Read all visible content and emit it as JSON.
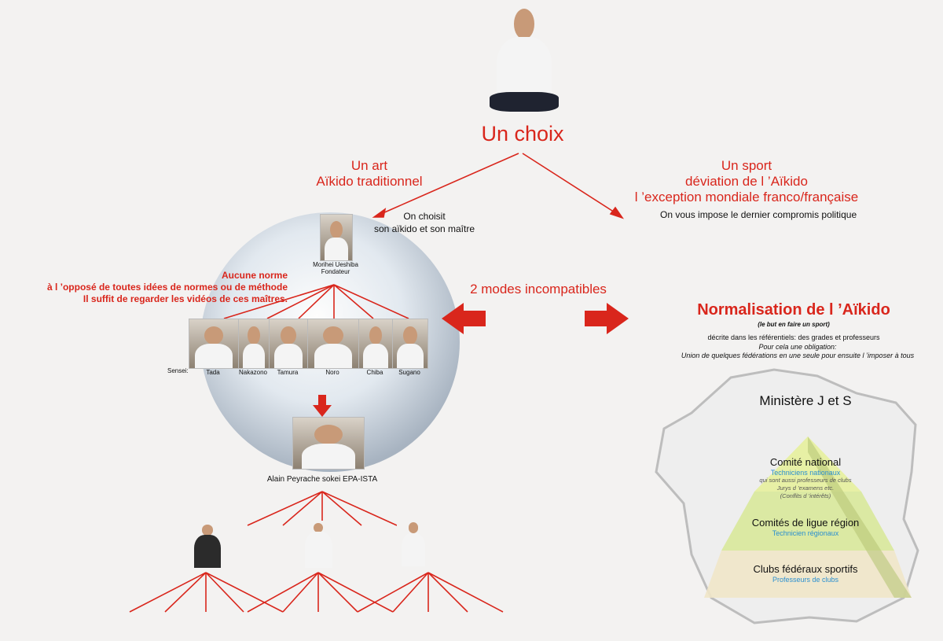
{
  "choice": {
    "title": "Un choix"
  },
  "left_branch": {
    "title_line1": "Un art",
    "title_line2": "Aïkido traditionnel",
    "note_line1": "On choisit",
    "note_line2": "son aïkido et son maître"
  },
  "right_branch": {
    "title_line1": "Un sport",
    "title_line2": "déviation de l ’Aïkido",
    "title_line3": "l ’exception mondiale franco/française",
    "note": "On vous impose le dernier compromis politique"
  },
  "founder": {
    "name": "Morihei Ueshiba",
    "role": "Fondateur"
  },
  "no_norm": {
    "line1": "Aucune norme",
    "line2": "à l ’opposé de toutes idées de normes ou de méthode",
    "line3": "Il suffit de regarder les vidéos de ces maîtres."
  },
  "modes": {
    "label": "2 modes incompatibles"
  },
  "sensei": {
    "label": "Sensei:",
    "names": [
      "Tada",
      "Nakazono",
      "Tamura",
      "Noro",
      "Chiba",
      "Sugano"
    ]
  },
  "peyrache": {
    "caption": "Alain Peyrache sokei EPA-ISTA"
  },
  "normalisation": {
    "title": "Normalisation de l ’Aïkido",
    "subtitle": "(le but en faire un sport)",
    "desc": "décrite dans les référentiels: des grades et professeurs",
    "obligation_line1": "Pour cela une obligation:",
    "obligation_line2": "Union de quelques fédérations en une seule pour ensuite l ’imposer à tous"
  },
  "pyramid": {
    "top_label": "Ministère J et S",
    "levels": [
      {
        "title": "Comité national",
        "subtitle": "Techniciens nationaux",
        "notes": [
          "qui sont aussi professeurs de clubs",
          "Jurys d ’examens etc.",
          "(Conflits d ’intérêts)"
        ]
      },
      {
        "title": "Comités de ligue région",
        "subtitle": "Technicien régionaux"
      },
      {
        "title": "Clubs fédéraux sportifs",
        "subtitle": "Professeurs de clubs"
      }
    ]
  },
  "colors": {
    "accent_red": "#d9261c",
    "blue_text": "#2a8fd0",
    "pyramid_top": "#e6efa0",
    "pyramid_mid": "#d8e89a",
    "pyramid_base": "#efe6c8"
  }
}
